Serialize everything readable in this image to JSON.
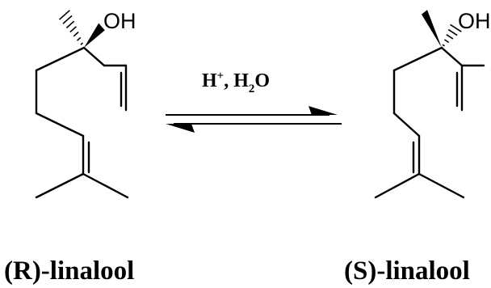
{
  "reaction": {
    "conditions": {
      "reagent": "H",
      "reagent_charge": "+",
      "separator": ", ",
      "second_reagent_prefix": "H",
      "second_reagent_subscript": "2",
      "second_reagent_suffix": "O"
    },
    "equilibrium": "reversible"
  },
  "left_molecule": {
    "name": "(R)-linalool",
    "hydroxyl_label": "OH",
    "stereo_bond_to_oh": "wedge",
    "stereo_bond_to_methyl": "hash"
  },
  "right_molecule": {
    "name": "(S)-linalool",
    "hydroxyl_label": "OH",
    "stereo_bond_to_oh": "hash",
    "stereo_bond_to_methyl": "wedge"
  }
}
